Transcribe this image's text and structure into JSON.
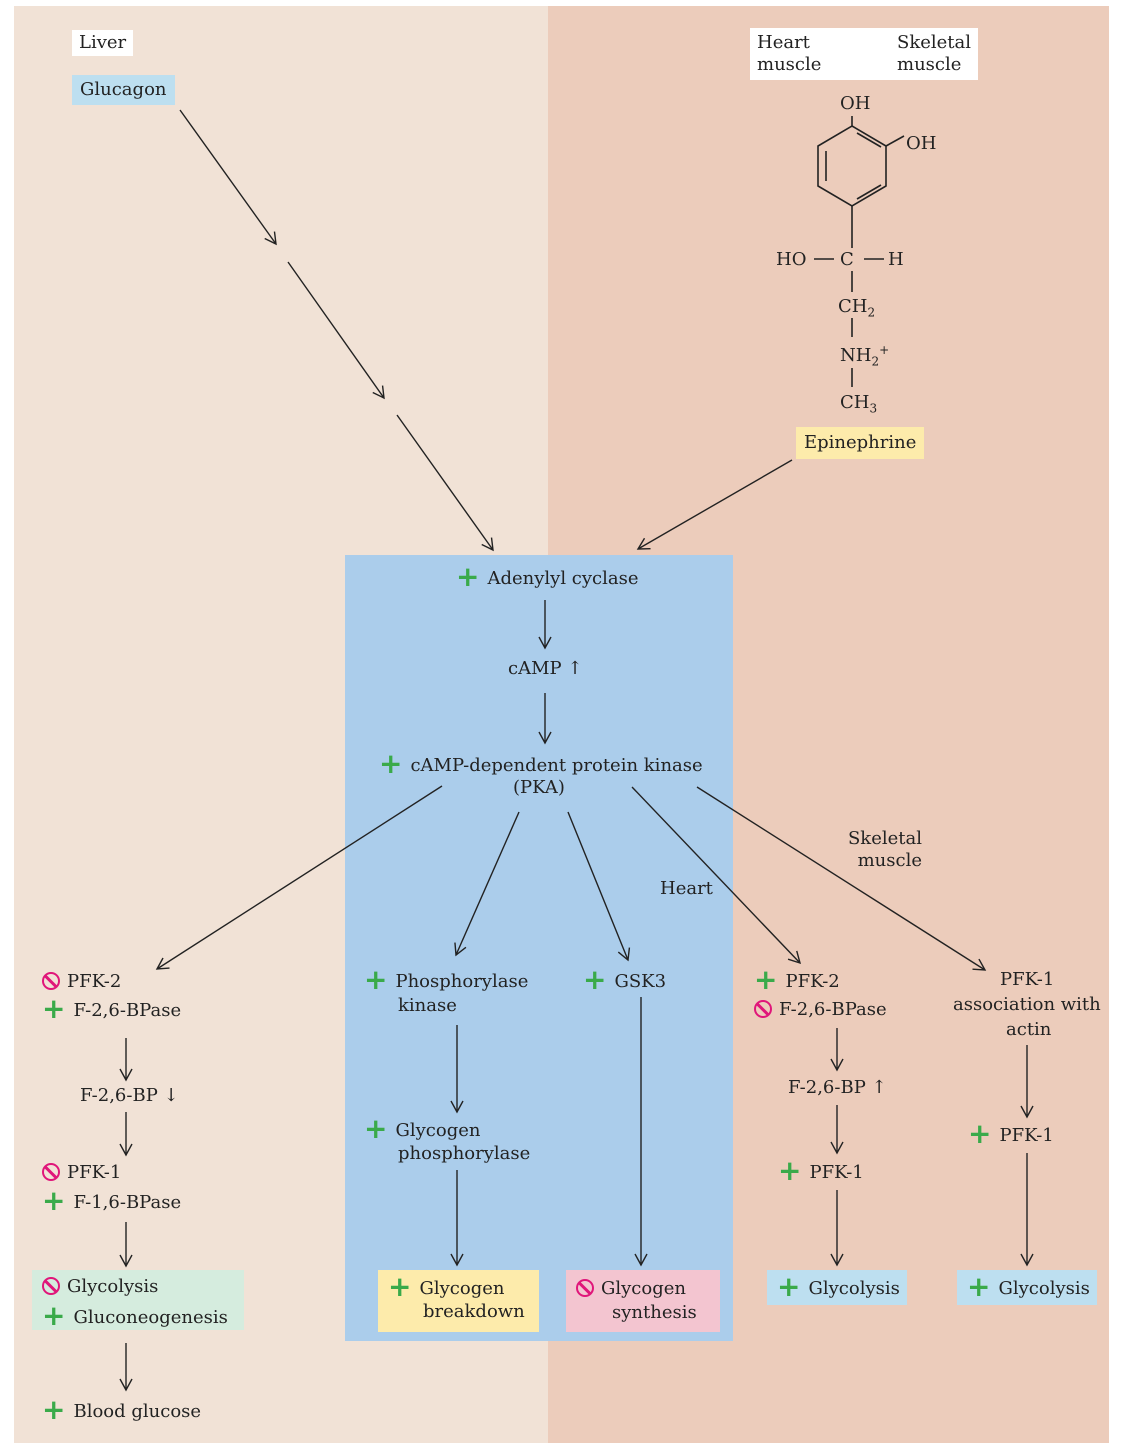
{
  "regions": {
    "liver": "Liver",
    "heart_muscle": "Heart muscle",
    "skeletal_muscle": "Skeletal muscle"
  },
  "hormones": {
    "glucagon": "Glucagon",
    "epinephrine": "Epinephrine"
  },
  "structure": {
    "oh_top": "OH",
    "oh_right": "OH",
    "ho": "HO",
    "c": "C",
    "h": "H",
    "ch2": "CH",
    "ch2_sub": "2",
    "nh2": "NH",
    "nh2_sub": "2",
    "nh2_sup": "+",
    "ch3": "CH",
    "ch3_sub": "3"
  },
  "cascade": {
    "adenylyl_cyclase": "Adenylyl cyclase",
    "camp": "cAMP ↑",
    "pka_line1": "cAMP-dependent protein kinase",
    "pka_line2": "(PKA)"
  },
  "branch_labels": {
    "skeletal_muscle": "Skeletal muscle",
    "heart": "Heart"
  },
  "liver_path": {
    "pfk2": "PFK-2",
    "f26bpase": "F-2,6-BPase",
    "f26bp": "F-2,6-BP ↓",
    "pfk1": "PFK-1",
    "f16bpase": "F-1,6-BPase",
    "glycolysis": "Glycolysis",
    "gluconeogenesis": "Gluconeogenesis",
    "blood_glucose": "Blood glucose"
  },
  "glycogen_path": {
    "phosphorylase_kinase_1": "Phosphorylase",
    "phosphorylase_kinase_2": "kinase",
    "glycogen_phosphorylase_1": "Glycogen",
    "glycogen_phosphorylase_2": "phosphorylase",
    "breakdown_1": "Glycogen",
    "breakdown_2": "breakdown",
    "gsk3": "GSK3",
    "synthesis_1": "Glycogen",
    "synthesis_2": "synthesis"
  },
  "heart_path": {
    "pfk2": "PFK-2",
    "f26bpase": "F-2,6-BPase",
    "f26bp": "F-2,6-BP ↑",
    "pfk1": "PFK-1",
    "glycolysis": "Glycolysis"
  },
  "skeletal_path": {
    "assoc_1": "PFK-1",
    "assoc_2": "association with",
    "assoc_3": "actin",
    "pfk1": "PFK-1",
    "glycolysis": "Glycolysis"
  },
  "colors": {
    "liver_bg": "#f1e2d6",
    "muscle_bg": "#ecccbb",
    "pka_box": "#abcdeb",
    "activate": "#3aaa4a",
    "inhibit": "#e0167a"
  }
}
